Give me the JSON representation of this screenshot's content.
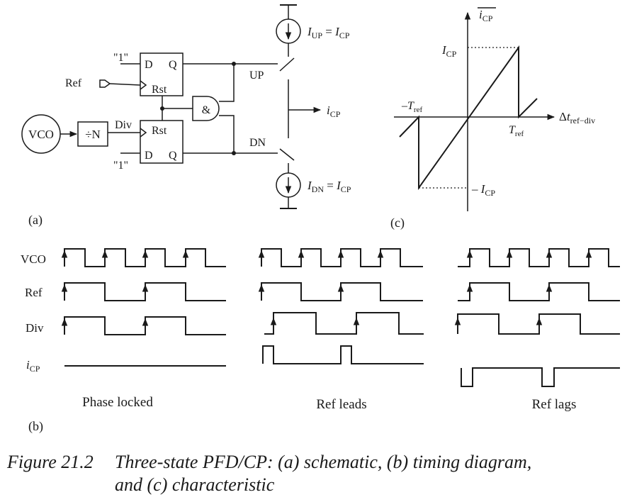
{
  "schematic": {
    "one_top": "\"1\"",
    "one_bottom": "\"1\"",
    "ref": "Ref",
    "vco": "VCO",
    "divider": "÷N",
    "div": "Div",
    "d": "D",
    "q": "Q",
    "rst": "Rst",
    "and_gate": "&",
    "up": "UP",
    "dn": "DN",
    "up_source": {
      "base": "I",
      "sub": "UP",
      "eq": " = ",
      "base2": "I",
      "sub2": "CP"
    },
    "dn_source": {
      "base": "I",
      "sub": "DN",
      "eq": " = ",
      "base2": "I",
      "sub2": "CP"
    },
    "icp_out": {
      "base": "i",
      "sub": "CP"
    },
    "panel_label": "(a)"
  },
  "timing": {
    "signal_names": {
      "vco": "VCO",
      "ref": "Ref",
      "div": "Div",
      "icp": {
        "base": "i",
        "sub": "CP"
      }
    },
    "panels": [
      {
        "caption": "Phase locked"
      },
      {
        "caption": "Ref leads"
      },
      {
        "caption": "Ref lags"
      }
    ],
    "panel_label": "(b)"
  },
  "characteristic": {
    "y_axis": {
      "base": "i",
      "sub": "CP"
    },
    "x_axis": {
      "delta": "Δ",
      "t": "t",
      "sub": "ref−div"
    },
    "pos_level": {
      "base": "I",
      "sub": "CP"
    },
    "neg_level": {
      "prefix": "– ",
      "base": "I",
      "sub": "CP"
    },
    "neg_t": {
      "prefix": "–",
      "base": "T",
      "sub": "ref"
    },
    "pos_t": {
      "base": "T",
      "sub": "ref"
    },
    "panel_label": "(c)"
  },
  "caption": {
    "number": "Figure 21.2",
    "line1": "Three-state PFD/CP: (a) schematic, (b) timing diagram,",
    "line2": "and (c) characteristic"
  }
}
